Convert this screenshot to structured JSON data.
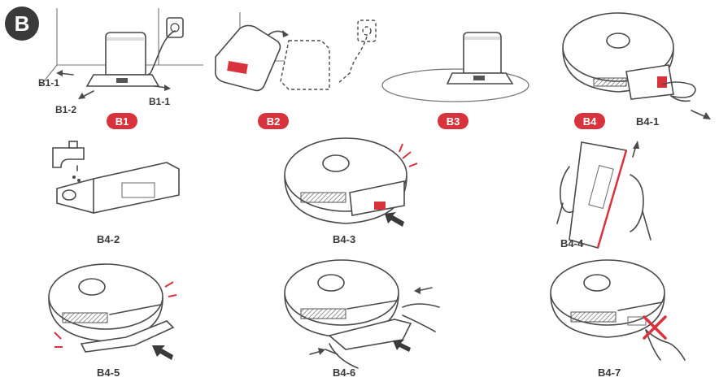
{
  "section": {
    "letter": "B"
  },
  "steps": {
    "b1": "B1",
    "b2": "B2",
    "b3": "B3",
    "b4": "B4"
  },
  "b1_labels": {
    "left_top": "B1-1",
    "left_bottom": "B1-2",
    "right": "B1-1"
  },
  "captions": {
    "b4_1": "B4-1",
    "b4_2": "B4-2",
    "b4_3": "B4-3",
    "b4_4": "B4-4",
    "b4_5": "B4-5",
    "b4_6": "B4-6",
    "b4_7": "B4-7"
  },
  "colors": {
    "accent": "#d8333c",
    "line": "#4a4a4a",
    "badge": "#3a3a3a"
  },
  "icons": [
    "power-plug-icon",
    "arrow-icon",
    "water-drop-icon",
    "cross-icon",
    "hand-icon"
  ]
}
